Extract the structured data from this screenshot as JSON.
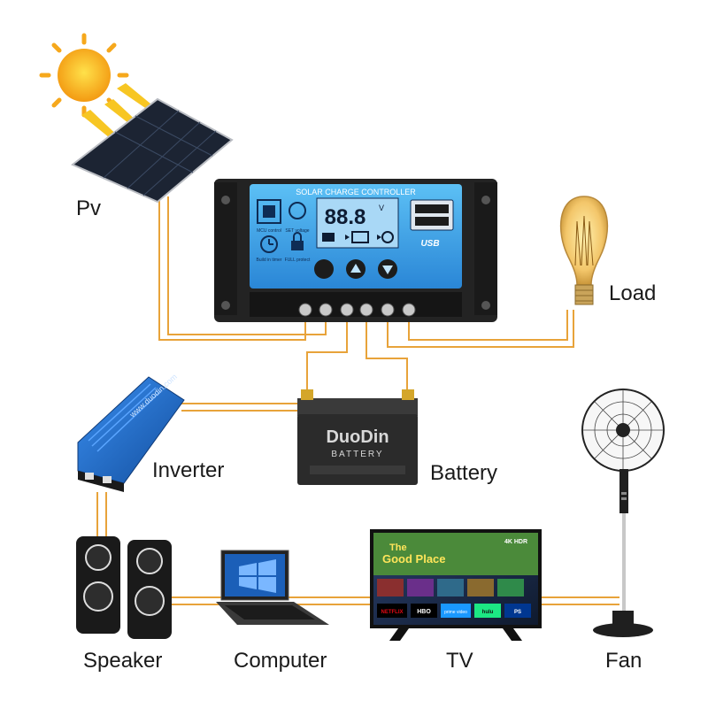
{
  "labels": {
    "pv": "Pv",
    "load": "Load",
    "inverter": "Inverter",
    "battery": "Battery",
    "speaker": "Speaker",
    "computer": "Computer",
    "tv": "TV",
    "fan": "Fan"
  },
  "controller": {
    "title": "SOLAR CHARGE CONTROLLER",
    "lcd_reading": "88.8",
    "lcd_unit": "V",
    "mcu_label": "MCU control",
    "set_label": "SET voltage",
    "timer_label": "Build in timer",
    "protect_label": "FULL protect",
    "usb_label": "USB"
  },
  "battery_brand": {
    "name": "DuoDin",
    "sub": "BATTERY"
  },
  "inverter_brand": "www.duodin.com",
  "tv_screen": {
    "headline_1": "The",
    "headline_2": "Good Place",
    "badge": "4K HDR",
    "apps": [
      "NETFLIX",
      "HBO",
      "prime video",
      "hulu",
      "PS"
    ]
  },
  "colors": {
    "wire": "#e8a33a",
    "controller_screen": "#3ea3e6",
    "solar_panel": "#1c2433",
    "inverter_body": "#1e6fd0",
    "battery_body": "#2b2b2b"
  }
}
